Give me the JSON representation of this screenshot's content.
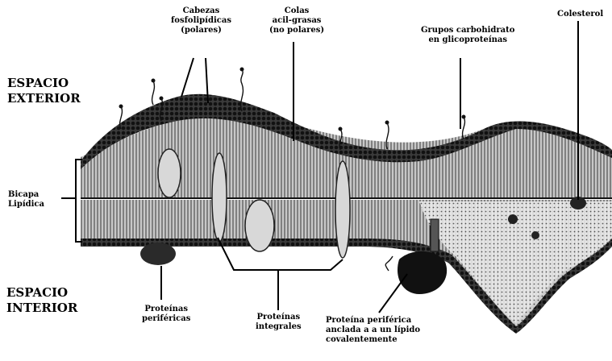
{
  "labels": {
    "espacio_exterior": "ESPACIO\nEXTERIOR",
    "espacio_interior": "ESPACIO\nINTERIOR",
    "bicapa": "Bicapa\nLipídica",
    "cabezas": "Cabezas\nfosfolipídicas\n(polares)",
    "colas": "Colas\nacil-grasas\n(no polares)",
    "grupos": "Grupos carbohidrato\nen glicoproteínas",
    "colesterol": "Colesterol",
    "perifericas": "Proteínas\nperiféricas",
    "integrales": "Proteínas\nintegrales",
    "anclada": "Proteína periférica\nanclada a a un lípido\ncovalentemente"
  },
  "colors": {
    "ink": "#000000",
    "membrane_dark": "#1a1a1a",
    "membrane_mid": "#4a4a4a",
    "protein_fill": "#d8d8d8",
    "background": "#ffffff"
  }
}
